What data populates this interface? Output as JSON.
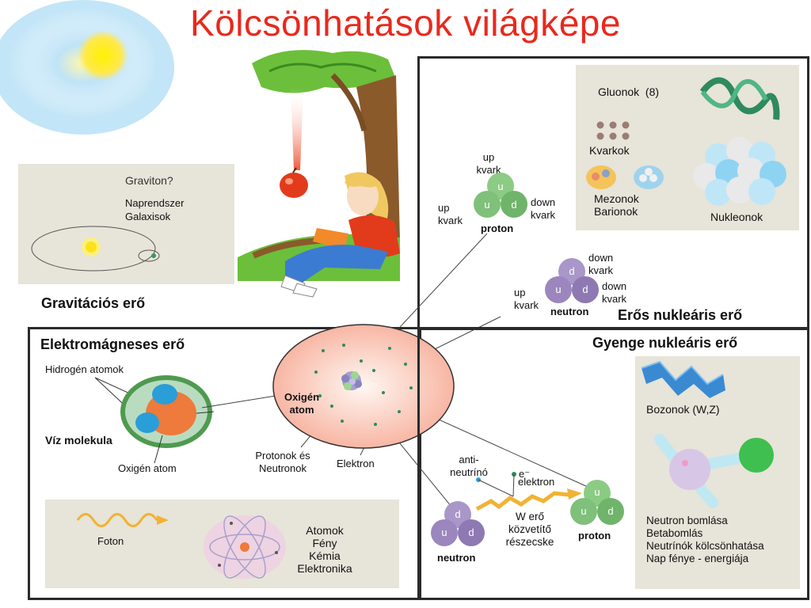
{
  "title": "Kölcsönhatások világképe",
  "gravity": {
    "graviton": "Graviton?",
    "solar_system": "Naprendszer",
    "galaxies": "Galaxisok",
    "heading": "Gravitációs erő"
  },
  "strong": {
    "gluons": "Gluonok  (8)",
    "quarks": "Kvarkok",
    "mesons": "Mezonok",
    "baryons": "Barionok",
    "nucleons": "Nukleonok",
    "proton_up_top": "up\nkvark",
    "proton_up_left": "up\nkvark",
    "proton_down": "down\nkvark",
    "proton_label": "proton",
    "neutron_down_top": "down\nkvark",
    "neutron_down_right": "down\nkvark",
    "neutron_up_left": "up\nkvark",
    "neutron_label": "neutron",
    "heading": "Erős nukleáris erő"
  },
  "em": {
    "heading": "Elektromágneses erő",
    "hydrogen": "Hidrogén atomok",
    "water": "Víz molekula",
    "oxygen_atom": "Oxigén atom",
    "photon": "Foton",
    "list": "Atomok\nFény\nKémia\nElektronika"
  },
  "atom": {
    "label": "Oxigén\natom",
    "protons": "Protonok és\nNeutronok",
    "electron": "Elektron"
  },
  "weak": {
    "heading": "Gyenge nukleáris erő",
    "bosons": "Bozonok (W,Z)",
    "list": "Neutron bomlása\nBetabomlás\nNeutrínók kölcsönhatása\nNap fénye - energiája",
    "antineutrino": "anti-\nneutrínó",
    "e_minus": "e⁻",
    "electron": "elektron",
    "w_boson": "W erő\nközvetítő\nrészecske",
    "neutron_label": "neutron",
    "proton_label": "proton"
  },
  "quark_letters": {
    "u": "u",
    "d": "d"
  },
  "icons": [
    "sun-icon",
    "apple-icon",
    "tree-icon",
    "girl-reading-icon",
    "gluon-helix-icon",
    "quark-dots-icon",
    "meson-icon",
    "baryon-icon",
    "nucleon-cluster-icon",
    "water-molecule-icon",
    "photon-wave-icon",
    "atom-orbit-icon",
    "boson-ribbon-icon",
    "boson-particle-icon",
    "w-boson-zigzag-icon"
  ],
  "colors": {
    "title": "#e8291c",
    "proton_green": "#7fc07a",
    "neutron_purple": "#9b86bd",
    "panel_beige": "#e7e4d9"
  }
}
